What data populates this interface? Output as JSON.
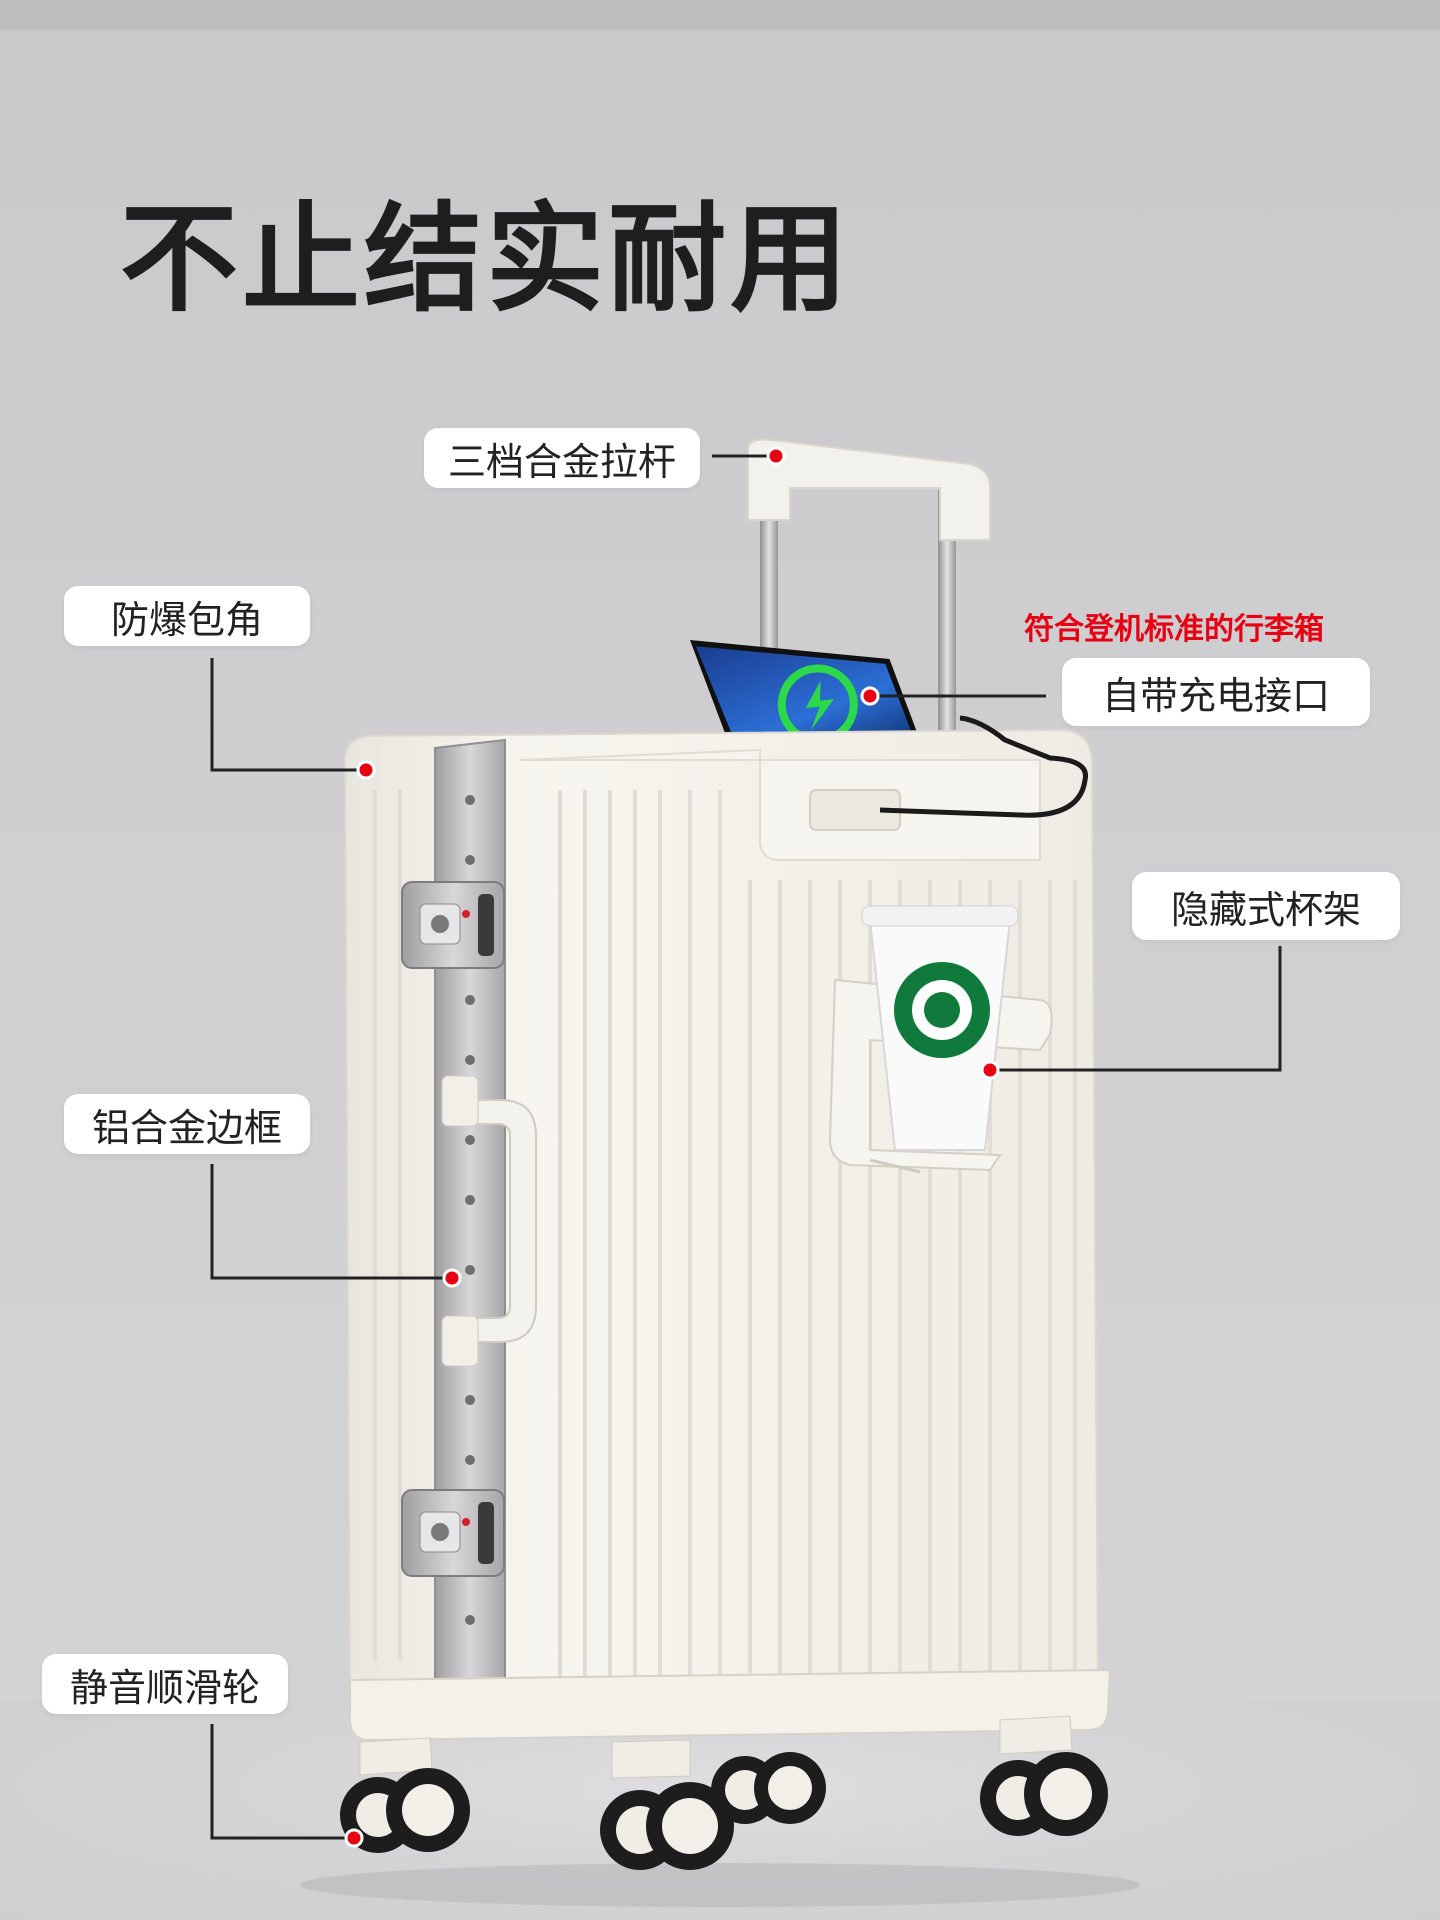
{
  "headline": "不止结实耐用",
  "labels": {
    "handle": "三档合金拉杆",
    "corner": "防爆包角",
    "usb": "自带充电接口",
    "cup_holder": "隐藏式杯架",
    "frame": "铝合金边框",
    "wheels": "静音顺滑轮"
  },
  "boarding_note": "符合登机标准的行李箱",
  "colors": {
    "background": "#cfcfd1",
    "suitcase": "#f4f2ec",
    "aluminum_frame": "#b9b9bb",
    "marker": "#e60012",
    "headline": "#1e1e1e"
  }
}
